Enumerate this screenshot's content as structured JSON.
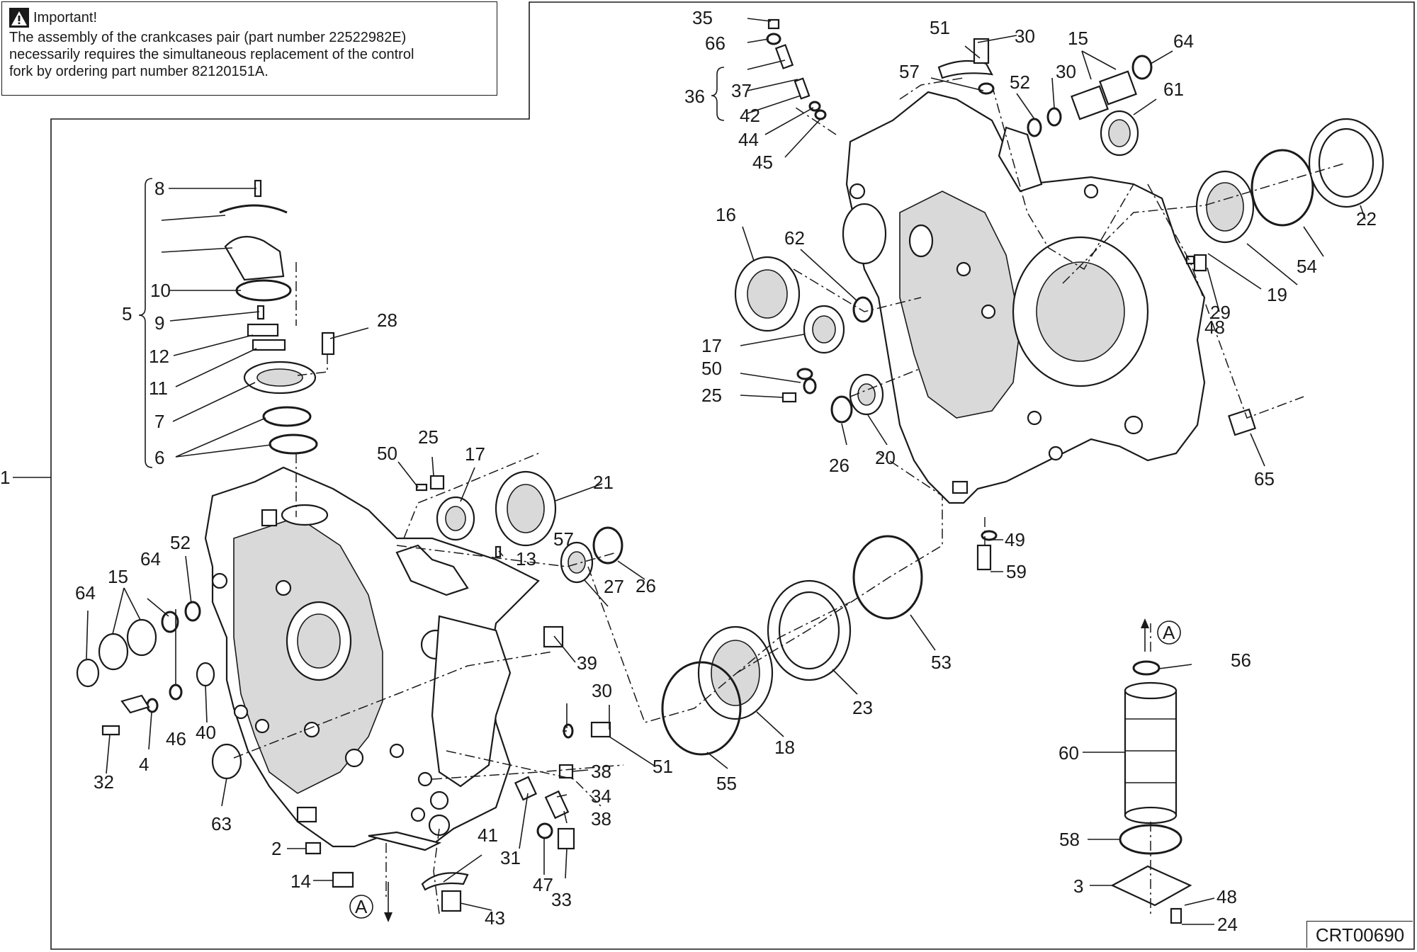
{
  "notice": {
    "heading": "Important!",
    "lines": [
      "The assembly of the crankcases pair (part number 22522982E)",
      "necessarily requires the simultaneous replacement of the control",
      "fork by ordering part number 82120151A."
    ],
    "icon": "warning-triangle-icon"
  },
  "drawing_code": "CRT00690",
  "callouts": [
    "1",
    "2",
    "3",
    "4",
    "5",
    "6",
    "7",
    "8",
    "9",
    "10",
    "11",
    "12",
    "13",
    "14",
    "15",
    "15",
    "16",
    "17",
    "17",
    "18",
    "19",
    "20",
    "21",
    "22",
    "23",
    "24",
    "25",
    "25",
    "26",
    "26",
    "27",
    "28",
    "29",
    "30",
    "30",
    "31",
    "32",
    "33",
    "34",
    "35",
    "36",
    "37",
    "38",
    "38",
    "39",
    "40",
    "41",
    "42",
    "43",
    "44",
    "45",
    "46",
    "47",
    "48",
    "48",
    "49",
    "50",
    "50",
    "51",
    "51",
    "52",
    "52",
    "53",
    "54",
    "55",
    "56",
    "57",
    "57",
    "58",
    "59",
    "60",
    "61",
    "62",
    "63",
    "64",
    "64",
    "64",
    "65",
    "66"
  ],
  "view_markers": [
    "A",
    "A"
  ]
}
